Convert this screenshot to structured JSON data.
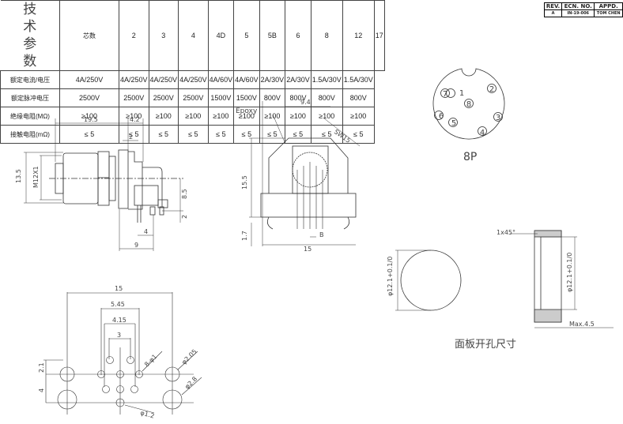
{
  "spec_table": {
    "side_label": [
      "技",
      "术",
      "参",
      "数"
    ],
    "header_label": "芯数",
    "columns": [
      "2",
      "3",
      "4",
      "4D",
      "5",
      "5B",
      "6",
      "8",
      "12",
      "17"
    ],
    "rows": [
      {
        "label": "额定电流/电压",
        "values": [
          "4A/250V",
          "4A/250V",
          "4A/250V",
          "4A/250V",
          "4A/60V",
          "4A/60V",
          "2A/30V",
          "2A/30V",
          "1.5A/30V",
          "1.5A/30V"
        ]
      },
      {
        "label": "额定脉冲电压",
        "values": [
          "2500V",
          "2500V",
          "2500V",
          "2500V",
          "1500V",
          "1500V",
          "800V",
          "800V",
          "800V",
          "800V"
        ]
      },
      {
        "label": "绝缘电阻(MΩ)",
        "values": [
          "≥100",
          "≥100",
          "≥100",
          "≥100",
          "≥100",
          "≥100",
          "≥100",
          "≥100",
          "≥100",
          "≥100"
        ]
      },
      {
        "label": "接触电阻(mΩ)",
        "values": [
          "≤ 5",
          "≤ 5",
          "≤ 5",
          "≤ 5",
          "≤ 5",
          "≤ 5",
          "≤ 5",
          "≤ 5",
          "≤ 5",
          "≤ 5"
        ]
      }
    ]
  },
  "revision": {
    "headers": [
      "REV.",
      "ECN. NO.",
      "APPD."
    ],
    "row": [
      "A",
      "IN-19-006",
      "TOM CHEN"
    ]
  },
  "side_view": {
    "d1": "19.5",
    "d2": "4.2",
    "d3": "2",
    "d4": "13.5",
    "d5": "M12X1",
    "d6": "8.5",
    "d7": "2",
    "d8": "4",
    "d9": "9"
  },
  "front_view": {
    "epoxy": "Epoxy",
    "d1": "9.4",
    "d2": "SW15",
    "d3": "15.5",
    "d4": "1.7",
    "d5": "15",
    "d6": "B"
  },
  "pin_face": {
    "pins": [
      "1",
      "2",
      "3",
      "4",
      "5",
      "6",
      "7",
      "8"
    ],
    "label": "8P"
  },
  "panel_cutout": {
    "dia": "φ12.1+0.1/0",
    "dia2": "φ12.1+0.1/0",
    "chamfer": "1x45°",
    "max": "Max.4.5",
    "caption": "面板开孔尺寸"
  },
  "pcb_layout": {
    "d15": "15",
    "d545": "5.45",
    "d415": "4.15",
    "d3": "3",
    "d21": "2.1",
    "d4": "4",
    "holes8": "8-φ1",
    "d205": "φ2.05",
    "d28": "φ2.8",
    "d12": "φ1.2"
  }
}
